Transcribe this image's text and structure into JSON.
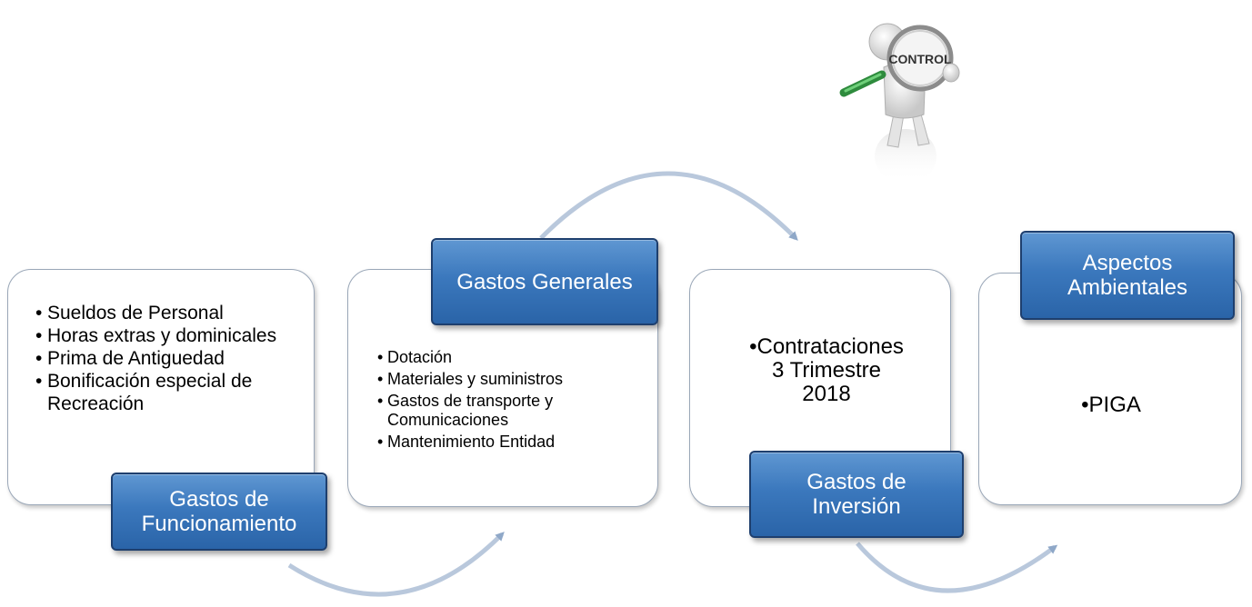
{
  "cards": [
    {
      "header": "Gastos de Funcionamiento",
      "items": [
        "Sueldos de Personal",
        "Horas extras y dominicales",
        "Prima de Antiguedad",
        "Bonificación especial de Recreación"
      ]
    },
    {
      "header": "Gastos Generales",
      "items": [
        "Dotación",
        "Materiales y suministros",
        "Gastos de transporte y Comunicaciones",
        "Mantenimiento Entidad"
      ]
    },
    {
      "header": "Gastos de Inversión",
      "text_line1": "Contrataciones",
      "text_line2": "3 Trimestre",
      "text_line3": "2018"
    },
    {
      "header": "Aspectos Ambientales",
      "text_line1": "PIGA"
    }
  ],
  "illustration": {
    "label": "CONTROL",
    "icon": "magnifier-figure-icon"
  },
  "bullet": "•",
  "colors": {
    "header_fill": "#3b78bd",
    "header_border": "#1e3f6e",
    "card_border": "#9aa7b8",
    "arrow": "#8fa8c8"
  }
}
